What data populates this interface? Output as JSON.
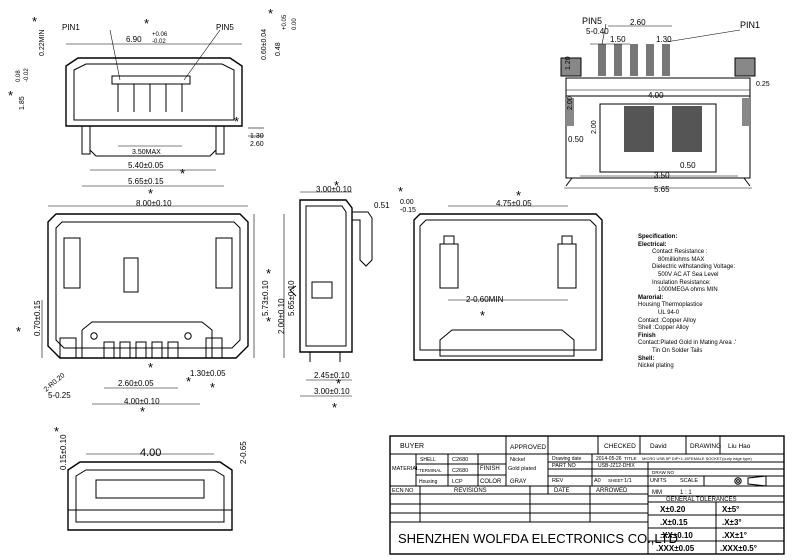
{
  "drawing": {
    "top_view": {
      "pin1": "PIN1",
      "pin5": "PIN5",
      "dims": [
        "6.90",
        "+0.06",
        "-0.02",
        "0.60±0.04",
        "0.48",
        "+0.05",
        "0.00",
        "0.22MIN",
        "0.08",
        "-0.02",
        "1.85",
        "1.30",
        "2.60",
        "3.50MAX",
        "5.40±0.05",
        "5.65±0.15"
      ]
    },
    "pcb_view": {
      "pin5": "PIN5",
      "pin1": "PIN1",
      "dims": [
        "2.60",
        "1.50",
        "5-0.40",
        "1.30",
        "1.20",
        "2.00",
        "0.25",
        "2.00",
        "4.00",
        "0.50",
        "0.50",
        "3.50",
        "5.65"
      ]
    },
    "front_view": {
      "dims": [
        "8.00±0.10",
        "0.70±0.15",
        "5.73±0.10",
        "5.65±0.10",
        "2-R0.20",
        "5-0.25",
        "2.60±0.05",
        "4.00±0.10",
        "1.30±0.05"
      ]
    },
    "side_view": {
      "dims": [
        "3.00±0.10",
        "0.51",
        "0.00",
        "-0.15",
        "2.00±0.10",
        "2.45±0.10",
        "3.00±0.10"
      ]
    },
    "rear_view": {
      "dims": [
        "4.75±0.05",
        "2-0.60MIN"
      ]
    },
    "bottom_view": {
      "dims": [
        "4.00",
        "0.15±0.10",
        "2-0.65"
      ]
    },
    "star": "*"
  },
  "spec": {
    "title": "Specification:",
    "electrical": "Electrical:",
    "contact_resistance": "Contact Resistance :",
    "contact_resistance_val": "80milliohms MAX",
    "dielectric": "Dielectric withstanding Voltage:",
    "dielectric_val": "500V AC AT Sea Level",
    "insulation": "Insulation Resistance:",
    "insulation_val": "1000MEGA ohms MIN",
    "material": "Marorial:",
    "housing": "Housing  Thermoplastice",
    "housing_val": "UL 94-0",
    "contact": "Contact :Copper Alloy",
    "shell": "Shell :Copper Alloy",
    "finish": "Finish",
    "finish_contact": "Contact:Plated Gold in Mating Area .'",
    "finish_tails": "Tin On Solder Tails",
    "shell2": "Shell:",
    "shell2_val": "Nickel plating"
  },
  "titleblock": {
    "buyer": "BUYER",
    "approved": "APPROVED",
    "checked": "CHECKED",
    "checked_by": "David",
    "drawing": "DRAWING",
    "drawing_by": "Liu Hao",
    "material": "MATERIAL",
    "shell": "SHELL",
    "shell_mat": "C2680",
    "terminal": "TERMINAL",
    "terminal_mat": "C2680",
    "housing": "Housing",
    "housing_mat": "LCP",
    "finish": "FINISH",
    "finish_shell": "Nickel",
    "finish_terminal": "Gold plated",
    "color": "COLOR",
    "color_val": "GRAY",
    "drawing_date": "Drawing date",
    "date_val": "2014-05-26",
    "title_label": "TITLE",
    "title_val": "MICRO USB 5P DIP+1.15FEMALE SOCKET(curly edge type)",
    "part_no": "PART NO",
    "part_no_val": "USB-JZ12-DHIX",
    "dwg_no": "DRAW NO",
    "rev": "REV",
    "rev_val": "A0",
    "sheet": "SHEET",
    "sheet_val": "1/1",
    "units": "UNITS",
    "units_val": "MM",
    "scale": "SCALE",
    "scale_val": "1 : 1",
    "ecn": "ECN NO",
    "revisions": "REVISIONS",
    "date": "DATE",
    "arrowed": "ARROWED",
    "tolerances": "GENERAL TOLERANCES",
    "tol": [
      [
        "X±0.20",
        "X±5°"
      ],
      [
        ".X±0.15",
        ".X±3°"
      ],
      [
        ".XX±0.10",
        ".XX±1°"
      ],
      [
        ".XXX±0.05",
        ".XXX±0.5°"
      ]
    ],
    "company": "SHENZHEN WOLFDA ELECTRONICS CO.,LTD"
  }
}
